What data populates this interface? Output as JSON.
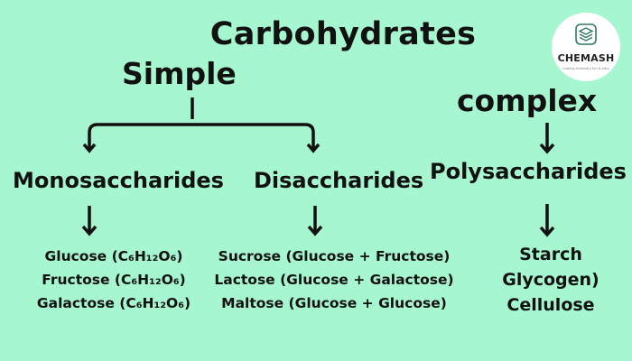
{
  "title": "Carbohydrates",
  "branches": {
    "simple": "Simple",
    "complex": "complex"
  },
  "categories": {
    "monosaccharides": {
      "label": "Monosaccharides",
      "items": [
        "Glucose (C₆H₁₂O₆)",
        "Fructose (C₆H₁₂O₆)",
        "Galactose (C₆H₁₂O₆)"
      ]
    },
    "disaccharides": {
      "label": "Disaccharides",
      "items": [
        "Sucrose (Glucose + Fructose)",
        "Lactose (Glucose + Galactose)",
        "Maltose (Glucose + Glucose)"
      ]
    },
    "polysaccharides": {
      "label": "Polysaccharides",
      "items": [
        "Starch",
        "Glycogen)",
        "Cellulose"
      ]
    }
  },
  "logo": {
    "name": "CHEMASH",
    "tagline": "making chemistry fun & easy",
    "icon": "stacked-layers-icon",
    "brand_color": "#2f7a5e"
  },
  "colors": {
    "background": "#a6f7d0",
    "text": "#111111"
  }
}
